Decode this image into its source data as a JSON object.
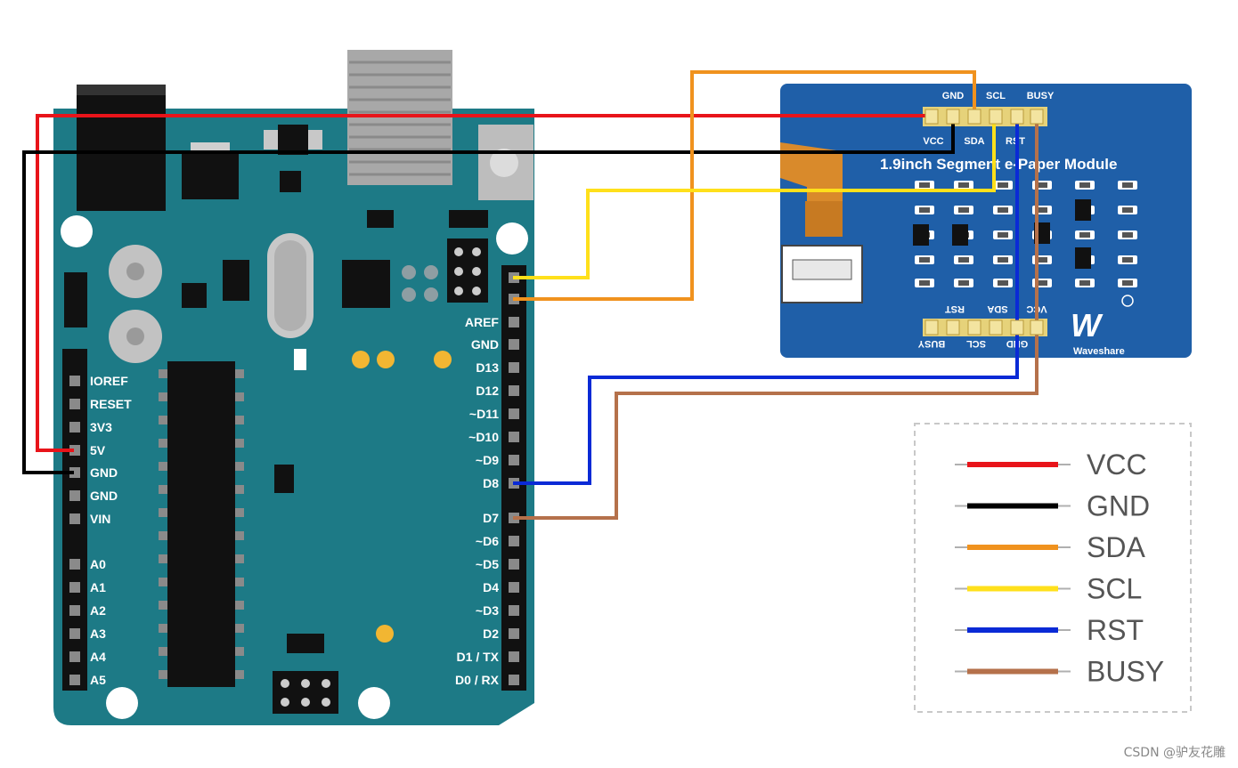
{
  "arduino": {
    "left_pins": [
      "IOREF",
      "RESET",
      "3V3",
      "5V",
      "GND",
      "GND",
      "VIN",
      "A0",
      "A1",
      "A2",
      "A3",
      "A4",
      "A5"
    ],
    "right_pins": [
      "AREF",
      "GND",
      "D13",
      "D12",
      "~D11",
      "~D10",
      "~D9",
      "D8",
      "D7",
      "~D6",
      "~D5",
      "D4",
      "~D3",
      "D2",
      "D1 / TX",
      "D0 / RX"
    ],
    "board_color": "#1d7a86"
  },
  "module": {
    "title": "1.9inch Segment e-Paper Module",
    "brand": "Waveshare",
    "board_color": "#1f5fa8",
    "top_header_labels_upper": [
      "GND",
      "SCL",
      "BUSY"
    ],
    "top_header_labels_lower": [
      "VCC",
      "SDA",
      "RST"
    ],
    "bottom_header_labels_upper": [
      "RST",
      "SDA",
      "VCC"
    ],
    "bottom_header_labels_lower": [
      "BUSY",
      "SCL",
      "GND"
    ]
  },
  "legend": {
    "items": [
      {
        "label": "VCC",
        "color": "#e8141a"
      },
      {
        "label": "GND",
        "color": "#000000"
      },
      {
        "label": "SDA",
        "color": "#f0921e"
      },
      {
        "label": "SCL",
        "color": "#ffe01b"
      },
      {
        "label": "RST",
        "color": "#0a2ad6"
      },
      {
        "label": "BUSY",
        "color": "#b5714b"
      }
    ]
  },
  "watermark": "CSDN @驴友花雕"
}
